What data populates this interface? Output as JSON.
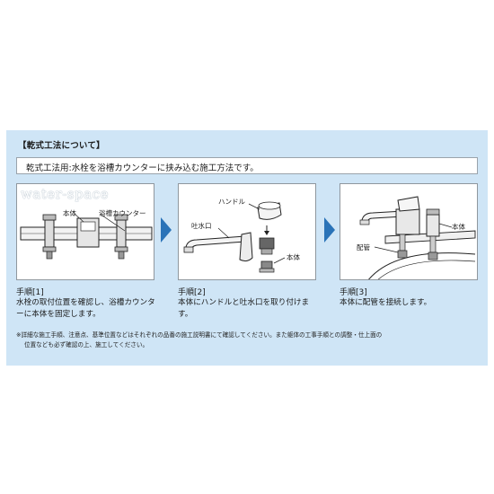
{
  "heading": "【乾式工法について】",
  "intro": "乾式工法用:水栓を浴槽カウンターに挟み込む施工方法です。",
  "watermark": "water-space",
  "steps": [
    {
      "title": "手順[1]",
      "desc": "水栓の取付位置を確認し、浴槽カウンターに本体を固定します。",
      "labels": [
        "本体",
        "浴槽カウンター"
      ]
    },
    {
      "title": "手順[2]",
      "desc": "本体にハンドルと吐水口を取り付けます。",
      "labels": [
        "ハンドル",
        "吐水口",
        "本体"
      ]
    },
    {
      "title": "手順[3]",
      "desc": "本体に配管を接続します。",
      "labels": [
        "本体",
        "配管"
      ]
    }
  ],
  "note_line1": "※詳細な施工手順、注意点、基準位置などはそれぞれの品番の施工説明書にて確認してください。また躯体の工事手順との調整・仕上面の",
  "note_line2": "位置なども必ず確認の上、施工してください。",
  "colors": {
    "panel_bg": "#cfe5f6",
    "arrow": "#2a73b8"
  }
}
